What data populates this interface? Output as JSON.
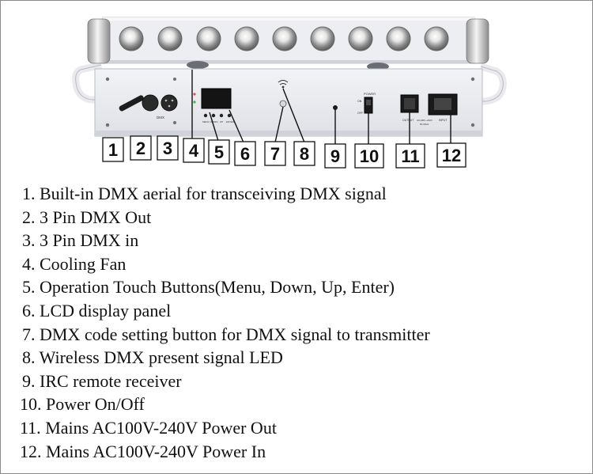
{
  "callouts": [
    "1",
    "2",
    "3",
    "4",
    "5",
    "6",
    "7",
    "8",
    "9",
    "10",
    "11",
    "12"
  ],
  "panel_labels": {
    "dmx": "DMX",
    "power": "POWER",
    "on": "ON",
    "off": "OFF",
    "output": "OUTPUT",
    "input": "INPUT",
    "voltage": "AC100V~240V",
    "freq": "50-60Hz",
    "buttons": [
      "MENU",
      "DOWN",
      "UP",
      "ENTER"
    ]
  },
  "legend": [
    {
      "num": "1.",
      "text": "Built-in DMX aerial for transceiving DMX signal"
    },
    {
      "num": "2.",
      "text": "3 Pin DMX Out"
    },
    {
      "num": "3.",
      "text": "3 Pin DMX in"
    },
    {
      "num": "4.",
      "text": "Cooling Fan"
    },
    {
      "num": "5.",
      "text": "Operation Touch Buttons(Menu, Down, Up, Enter)"
    },
    {
      "num": "6.",
      "text": "LCD display panel"
    },
    {
      "num": "7.",
      "text": "DMX code setting button for DMX signal to transmitter"
    },
    {
      "num": "8.",
      "text": "Wireless DMX present signal LED"
    },
    {
      "num": "9.",
      "text": "IRC remote receiver"
    },
    {
      "num": "10.",
      "text": "Power On/Off"
    },
    {
      "num": "11.",
      "text": "Mains AC100V-240V Power Out"
    },
    {
      "num": "12.",
      "text": "Mains AC100V-240V Power In"
    }
  ]
}
